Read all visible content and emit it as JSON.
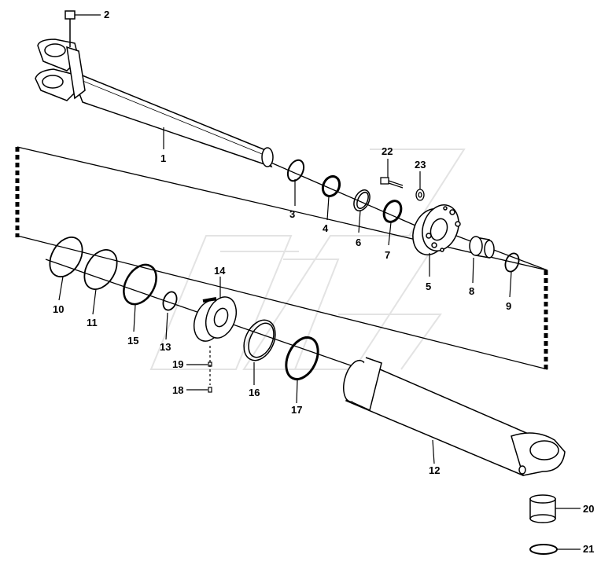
{
  "parts": [
    {
      "id": "part-1",
      "label": "1",
      "name": "piston-rod"
    },
    {
      "id": "part-2",
      "label": "2",
      "name": "grease-nipple"
    },
    {
      "id": "part-3",
      "label": "3",
      "name": "snap-ring"
    },
    {
      "id": "part-4",
      "label": "4",
      "name": "wiper-seal"
    },
    {
      "id": "part-5",
      "label": "5",
      "name": "cylinder-head"
    },
    {
      "id": "part-6",
      "label": "6",
      "name": "backup-ring"
    },
    {
      "id": "part-7",
      "label": "7",
      "name": "rod-seal"
    },
    {
      "id": "part-8",
      "label": "8",
      "name": "bushing"
    },
    {
      "id": "part-9",
      "label": "9",
      "name": "o-ring"
    },
    {
      "id": "part-10",
      "label": "10",
      "name": "o-ring"
    },
    {
      "id": "part-11",
      "label": "11",
      "name": "backup-ring"
    },
    {
      "id": "part-12",
      "label": "12",
      "name": "cylinder-barrel"
    },
    {
      "id": "part-13",
      "label": "13",
      "name": "o-ring"
    },
    {
      "id": "part-14",
      "label": "14",
      "name": "piston"
    },
    {
      "id": "part-15",
      "label": "15",
      "name": "seal-ring"
    },
    {
      "id": "part-16",
      "label": "16",
      "name": "wear-ring"
    },
    {
      "id": "part-17",
      "label": "17",
      "name": "piston-seal"
    },
    {
      "id": "part-18",
      "label": "18",
      "name": "ball"
    },
    {
      "id": "part-19",
      "label": "19",
      "name": "set-screw"
    },
    {
      "id": "part-20",
      "label": "20",
      "name": "bushing"
    },
    {
      "id": "part-21",
      "label": "21",
      "name": "snap-ring"
    },
    {
      "id": "part-22",
      "label": "22",
      "name": "bolt"
    },
    {
      "id": "part-23",
      "label": "23",
      "name": "washer"
    }
  ]
}
